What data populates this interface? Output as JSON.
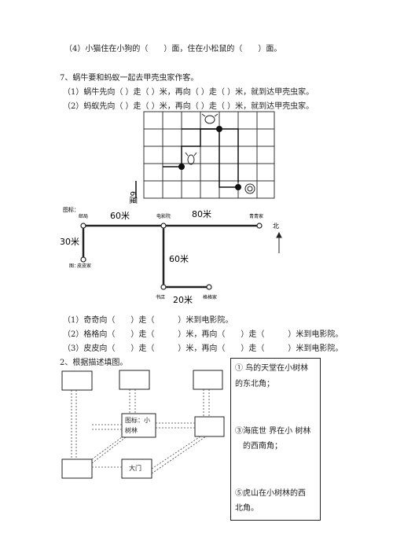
{
  "q4": "（4）小猫住在小狗的（　　）面，住在小松鼠的（　　）面。",
  "q7": {
    "title": "7、蜗牛要和蚂蚁一起去甲壳虫家作客。",
    "l1": "（1）蜗牛先向（ ）走（ ）米，再向（ ）走（ ）米，就到达甲壳虫家。",
    "l2": "（2）蚂蚁先向（ ）走（ ）米，再向（ ）走（ ）米，就到达甲壳虫家。",
    "grid_side_label": "6厘"
  },
  "map": {
    "legend_label": "图标：",
    "post_office": "邮局",
    "cinema": "电影院",
    "qiqi_home": "青青家",
    "bookstore": "书店",
    "gege_home": "格格家",
    "pipi_home": "皮皮家",
    "pipi_prefix": "图：",
    "d1": "60米",
    "d2": "80米",
    "d3": "30米",
    "d4": "60米",
    "d5": "20米",
    "north": "北"
  },
  "answers": {
    "a1": "（1）奇奇向（　　）走（　　　）米到电影院。",
    "a2": "（2）格格向（　　）走（　　　）米，再向（　　）走（　　　）米到电影院。",
    "a3": "（3）皮皮向（　　）走（　　　）米，再向（　　）走（　　　）米到电影院。"
  },
  "q2": {
    "title": "2、根据描述填图。",
    "center_label_1": "图标：小",
    "center_label_2": "树林",
    "gate_label": "大门",
    "clue1_a": "①  鸟的天堂在小树林",
    "clue1_b": "的东北角；",
    "clue3_a": "③海底世  界在小  树林",
    "clue3_b": "的西南角；",
    "clue5_a": "⑤虎山在小树林的西",
    "clue5_b": "北角。"
  }
}
